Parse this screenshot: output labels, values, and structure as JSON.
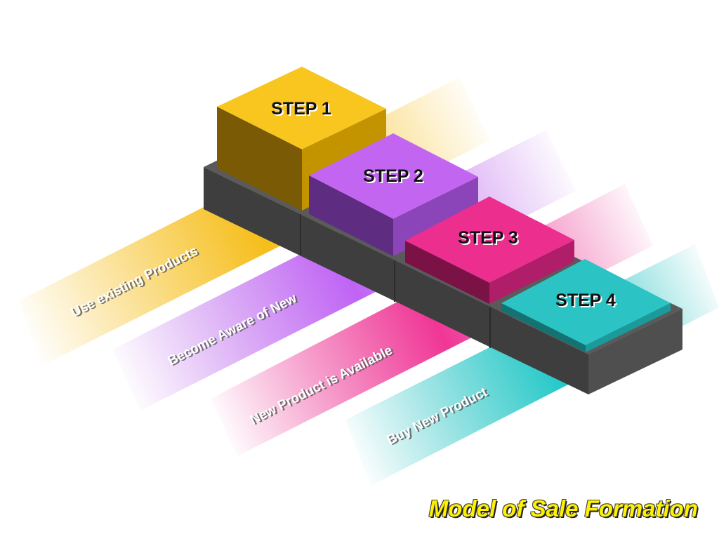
{
  "title": "Model of Sale Formation",
  "steps": [
    {
      "label": "STEP 1",
      "description": "Use existing Products",
      "color": "#F6BE1B"
    },
    {
      "label": "STEP 2",
      "description": "Become Aware of New",
      "color": "#B45CE6"
    },
    {
      "label": "STEP 3",
      "description": "New Product is Available",
      "color": "#E8288C"
    },
    {
      "label": "STEP 4",
      "description": "Buy New Product",
      "color": "#22BDBD"
    }
  ],
  "colors": {
    "base": "#4A4A4A",
    "title": "#FFF200"
  }
}
